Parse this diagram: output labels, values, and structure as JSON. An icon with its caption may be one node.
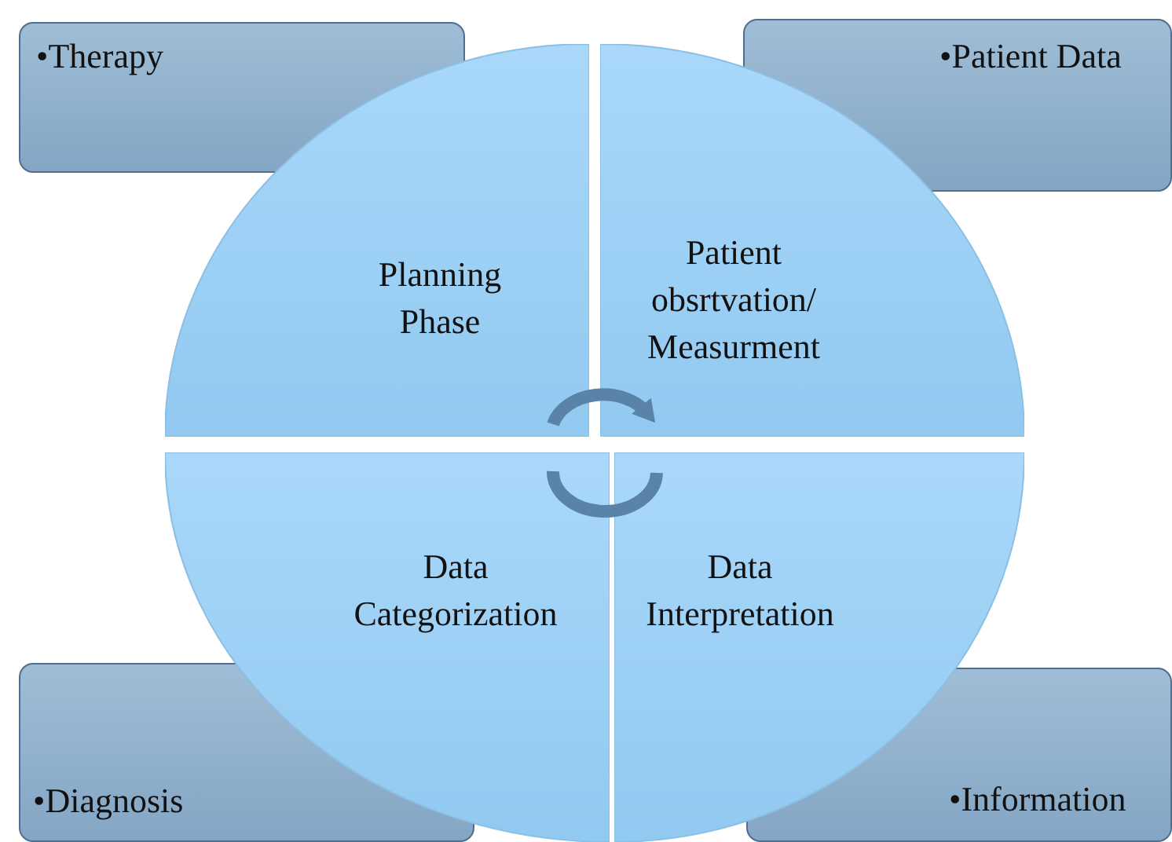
{
  "diagram": {
    "nodes": [
      {
        "text": [
          "•Therapy"
        ]
      },
      {
        "text": [
          "•Patient Data"
        ]
      },
      {
        "text": [
          "Planning Phase"
        ]
      },
      {
        "text": [
          "Patient obsrtvation/ Measurment"
        ]
      },
      {
        "text": [
          "Data Categorization"
        ]
      },
      {
        "text": [
          "Data Interpretation"
        ]
      },
      {
        "text": [
          "•Diagnosis"
        ]
      },
      {
        "text": [
          "•Information"
        ]
      }
    ],
    "edges": [
      {
        "from": 2,
        "to": 3,
        "arrow": "to"
      },
      {
        "from": 5,
        "to": 4,
        "arrow": "none"
      }
    ]
  }
}
